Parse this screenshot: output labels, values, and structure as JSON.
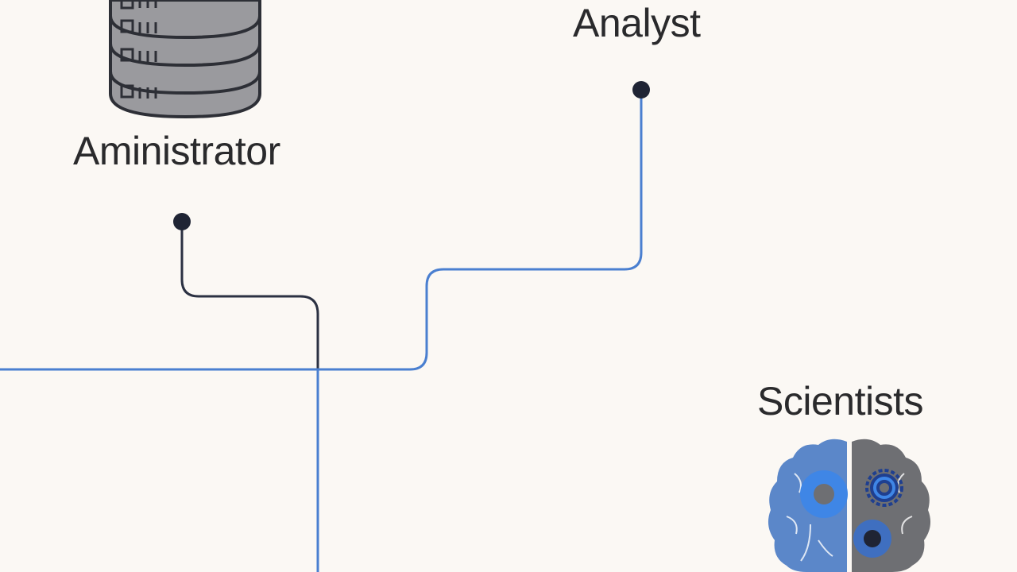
{
  "nodes": {
    "administrator": {
      "label": "Aministrator",
      "icon": "database-icon"
    },
    "analyst": {
      "label": "Analyst"
    },
    "scientists": {
      "label": "Scientists",
      "icon": "brain-gears-icon"
    }
  },
  "colors": {
    "background": "#fbf8f4",
    "text": "#2a2a2c",
    "connector_dark": "#2b3142",
    "connector_blue": "#4a7fd0",
    "endpoint": "#1f2434",
    "database_fill": "#9a9a9e",
    "brain_blue": "#5b87c9",
    "brain_gray": "#6e6f73"
  }
}
